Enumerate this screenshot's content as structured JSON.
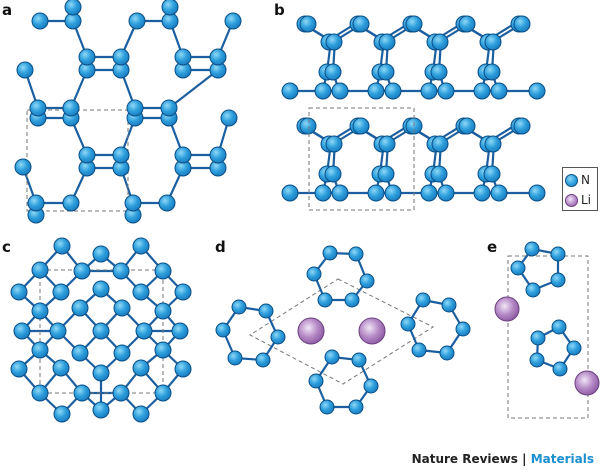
{
  "figure": {
    "panels": [
      {
        "id": "a",
        "label": "a",
        "description": "top view of layered nitrogen network"
      },
      {
        "id": "b",
        "label": "b",
        "description": "side view of two stacked nitrogen layers"
      },
      {
        "id": "c",
        "label": "c",
        "description": "square-octagon nitrogen network"
      },
      {
        "id": "d",
        "label": "d",
        "description": "N6 rings with Li atoms"
      },
      {
        "id": "e",
        "label": "e",
        "description": "N5 rings with Li atoms"
      }
    ],
    "legend": {
      "items": [
        {
          "label": "N",
          "element": "nitrogen",
          "color": "#2a9ad8"
        },
        {
          "label": "Li",
          "element": "lithium",
          "color": "#b58ac6"
        }
      ]
    },
    "colors": {
      "nitrogen_fill": "#2a9ad8",
      "nitrogen_highlight": "#7fd0f5",
      "nitrogen_stroke": "#0b4f86",
      "bond": "#1c5fa0",
      "lithium_fill": "#a679bb",
      "lithium_highlight": "#ead9f1",
      "lithium_stroke": "#6b3f80",
      "unit_cell": "#777777"
    },
    "footer": {
      "journal": "Nature Reviews",
      "separator": "|",
      "subject": "Materials"
    }
  }
}
